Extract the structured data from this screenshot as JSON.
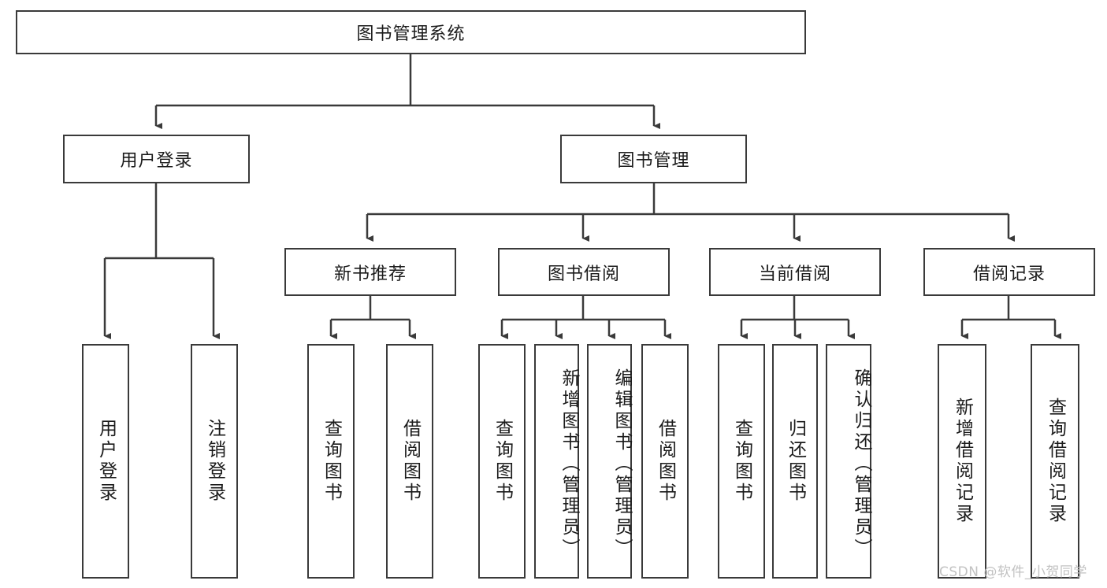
{
  "diagram": {
    "title_node": {
      "label": "图书管理系统"
    },
    "level2": [
      {
        "id": "user-login",
        "label": "用户登录"
      },
      {
        "id": "book-management",
        "label": "图书管理"
      }
    ],
    "level3": [
      {
        "id": "new-book-recommend",
        "label": "新书推荐"
      },
      {
        "id": "book-borrow",
        "label": "图书借阅"
      },
      {
        "id": "current-borrow",
        "label": "当前借阅"
      },
      {
        "id": "borrow-record",
        "label": "借阅记录"
      }
    ],
    "leaves": [
      {
        "id": "leaf-user-login",
        "label": "用户登录",
        "parent": "user-login"
      },
      {
        "id": "leaf-logout-login",
        "label": "注销登录",
        "parent": "user-login"
      },
      {
        "id": "leaf-query-book-1",
        "label": "查询图书",
        "parent": "new-book-recommend"
      },
      {
        "id": "leaf-borrow-book-1",
        "label": "借阅图书",
        "parent": "new-book-recommend"
      },
      {
        "id": "leaf-query-book-2",
        "label": "查询图书",
        "parent": "book-borrow"
      },
      {
        "id": "leaf-add-book",
        "label": "新增图书（管理员）",
        "parent": "book-borrow"
      },
      {
        "id": "leaf-edit-book",
        "label": "编辑图书（管理员）",
        "parent": "book-borrow"
      },
      {
        "id": "leaf-borrow-book-2",
        "label": "借阅图书",
        "parent": "book-borrow"
      },
      {
        "id": "leaf-query-book-3",
        "label": "查询图书",
        "parent": "current-borrow"
      },
      {
        "id": "leaf-return-book",
        "label": "归还图书",
        "parent": "current-borrow"
      },
      {
        "id": "leaf-confirm-return",
        "label": "确认归还（管理员）",
        "parent": "current-borrow"
      },
      {
        "id": "leaf-add-record",
        "label": "新增借阅记录",
        "parent": "borrow-record"
      },
      {
        "id": "leaf-query-record",
        "label": "查询借阅记录",
        "parent": "borrow-record"
      }
    ],
    "colors": {
      "stroke": "#3a3a3a",
      "text": "#1b1b1b",
      "background": "#ffffff",
      "watermark": "#c2c2c2"
    }
  },
  "watermark": {
    "text": "CSDN @软件_小贺同学"
  }
}
